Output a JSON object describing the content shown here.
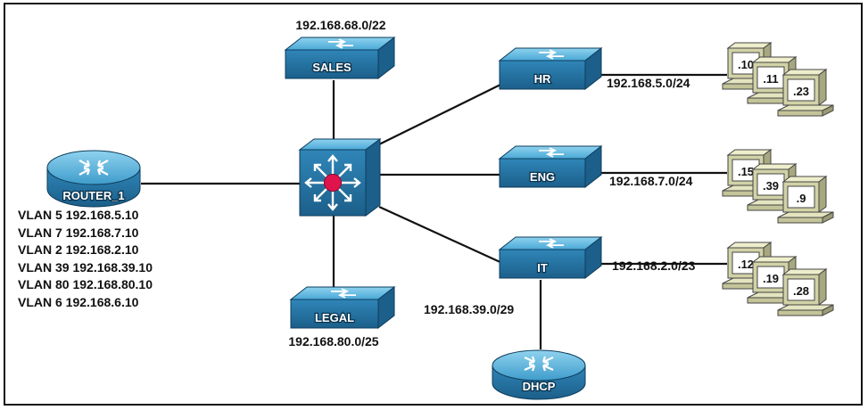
{
  "devices": {
    "router": "ROUTER_1",
    "sales": "SALES",
    "legal": "LEGAL",
    "hr": "HR",
    "eng": "ENG",
    "it": "IT",
    "dhcp": "DHCP"
  },
  "subnets": {
    "sales": "192.168.68.0/22",
    "legal": "192.168.80.0/25",
    "hr": "192.168.5.0/24",
    "eng": "192.168.7.0/24",
    "it": "192.168.2.0/23",
    "dhcp": "192.168.39.0/29"
  },
  "router_vlans": [
    "VLAN 5 192.168.5.10",
    "VLAN 7 192.168.7.10",
    "VLAN 2 192.168.2.10",
    "VLAN 39 192.168.39.10",
    "VLAN 80 192.168.80.10",
    "VLAN 6 192.168.6.10"
  ],
  "hosts": {
    "hr": [
      ".10",
      ".11",
      ".23"
    ],
    "eng": [
      ".15",
      ".39",
      ".9"
    ],
    "it": [
      ".12",
      ".19",
      ".28"
    ]
  },
  "colors": {
    "device_top": "#5cb6e0",
    "device_side": "#1f6a97",
    "core_dot": "#e0144c",
    "monitor": "#d2d2a8"
  }
}
